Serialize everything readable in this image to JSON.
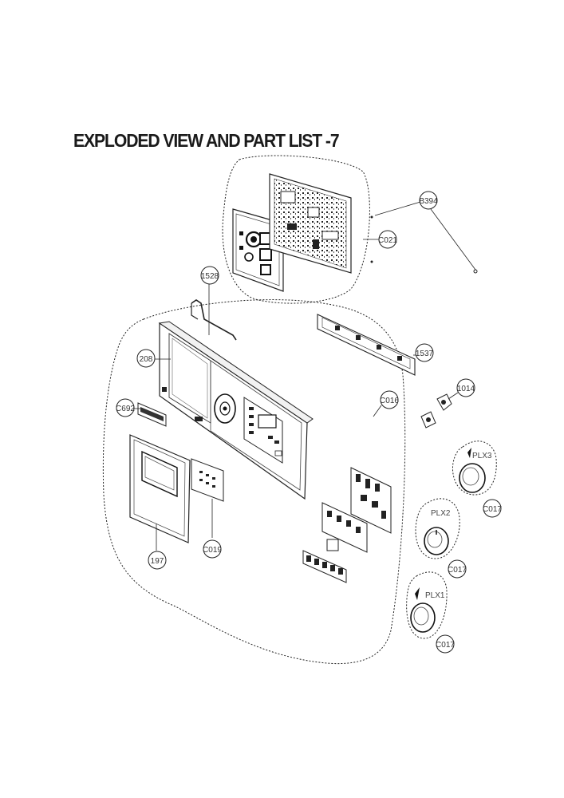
{
  "title": "EXPLODED VIEW AND PART LIST -7",
  "callouts": {
    "c1528": "1528",
    "c208": "208",
    "c692": "C692",
    "c197": "197",
    "c019": "C019",
    "c021": "C021",
    "c394": "B394",
    "c1537": "1537",
    "c016": "C016",
    "c1014": "1014",
    "c017a": "C017",
    "c017b": "C017",
    "c017c": "C017"
  },
  "knob_labels": {
    "plx1": "PLX1",
    "plx2": "PLX2",
    "plx3": "PLX3"
  }
}
